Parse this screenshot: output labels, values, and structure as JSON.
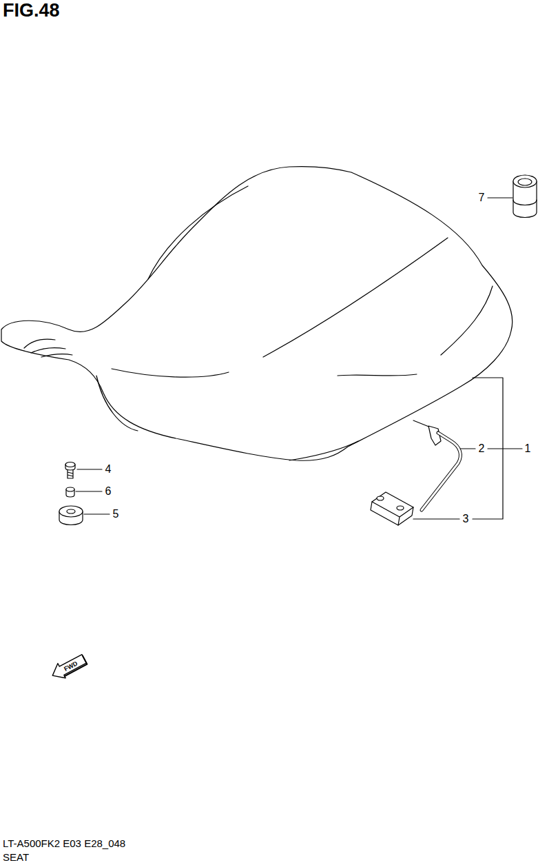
{
  "diagram": {
    "title": "FIG.48",
    "caption": "LT-A500FK2 E03 E28_048",
    "labels": [
      "7",
      "2",
      "1",
      "4",
      "6",
      "5",
      "3",
      "FWD",
      "SEAT"
    ]
  }
}
